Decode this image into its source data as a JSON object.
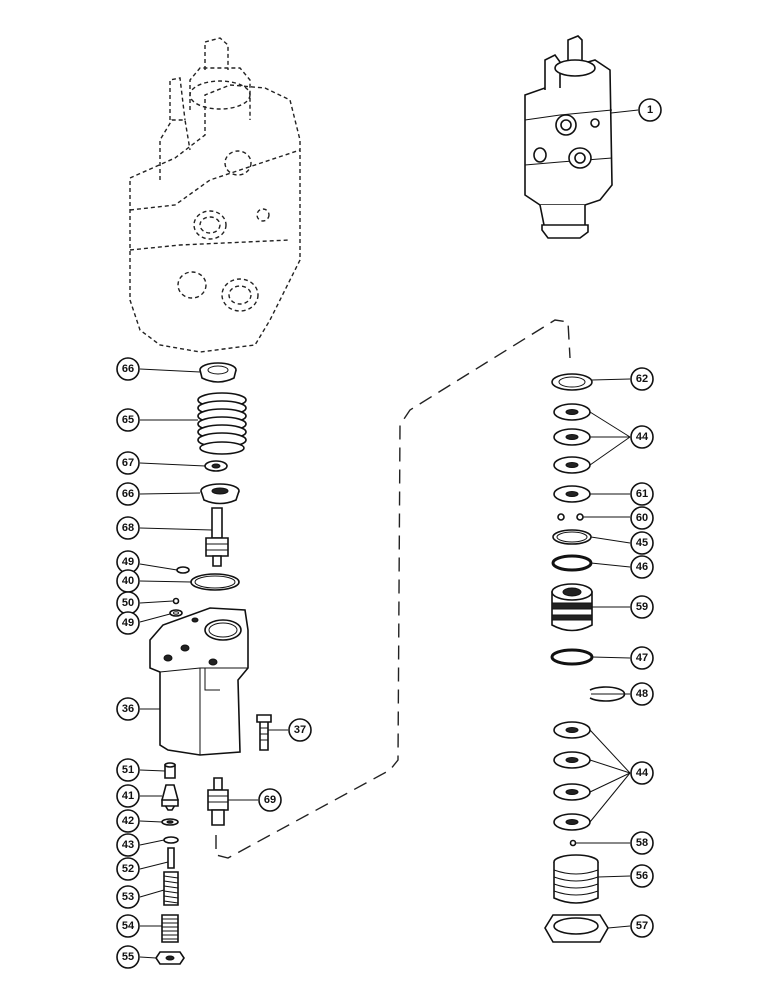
{
  "diagram": {
    "callouts": [
      {
        "id": "c1",
        "label": "1"
      },
      {
        "id": "c66a",
        "label": "66"
      },
      {
        "id": "c65",
        "label": "65"
      },
      {
        "id": "c67",
        "label": "67"
      },
      {
        "id": "c66b",
        "label": "66"
      },
      {
        "id": "c68",
        "label": "68"
      },
      {
        "id": "c49a",
        "label": "49"
      },
      {
        "id": "c40",
        "label": "40"
      },
      {
        "id": "c50",
        "label": "50"
      },
      {
        "id": "c49b",
        "label": "49"
      },
      {
        "id": "c36",
        "label": "36"
      },
      {
        "id": "c37",
        "label": "37"
      },
      {
        "id": "c51",
        "label": "51"
      },
      {
        "id": "c41",
        "label": "41"
      },
      {
        "id": "c42",
        "label": "42"
      },
      {
        "id": "c43",
        "label": "43"
      },
      {
        "id": "c52",
        "label": "52"
      },
      {
        "id": "c53",
        "label": "53"
      },
      {
        "id": "c54",
        "label": "54"
      },
      {
        "id": "c55",
        "label": "55"
      },
      {
        "id": "c69",
        "label": "69"
      },
      {
        "id": "c62",
        "label": "62"
      },
      {
        "id": "c44a",
        "label": "44"
      },
      {
        "id": "c61",
        "label": "61"
      },
      {
        "id": "c60",
        "label": "60"
      },
      {
        "id": "c45",
        "label": "45"
      },
      {
        "id": "c46",
        "label": "46"
      },
      {
        "id": "c59",
        "label": "59"
      },
      {
        "id": "c47",
        "label": "47"
      },
      {
        "id": "c48",
        "label": "48"
      },
      {
        "id": "c44b",
        "label": "44"
      },
      {
        "id": "c58",
        "label": "58"
      },
      {
        "id": "c56",
        "label": "56"
      },
      {
        "id": "c57",
        "label": "57"
      }
    ]
  }
}
